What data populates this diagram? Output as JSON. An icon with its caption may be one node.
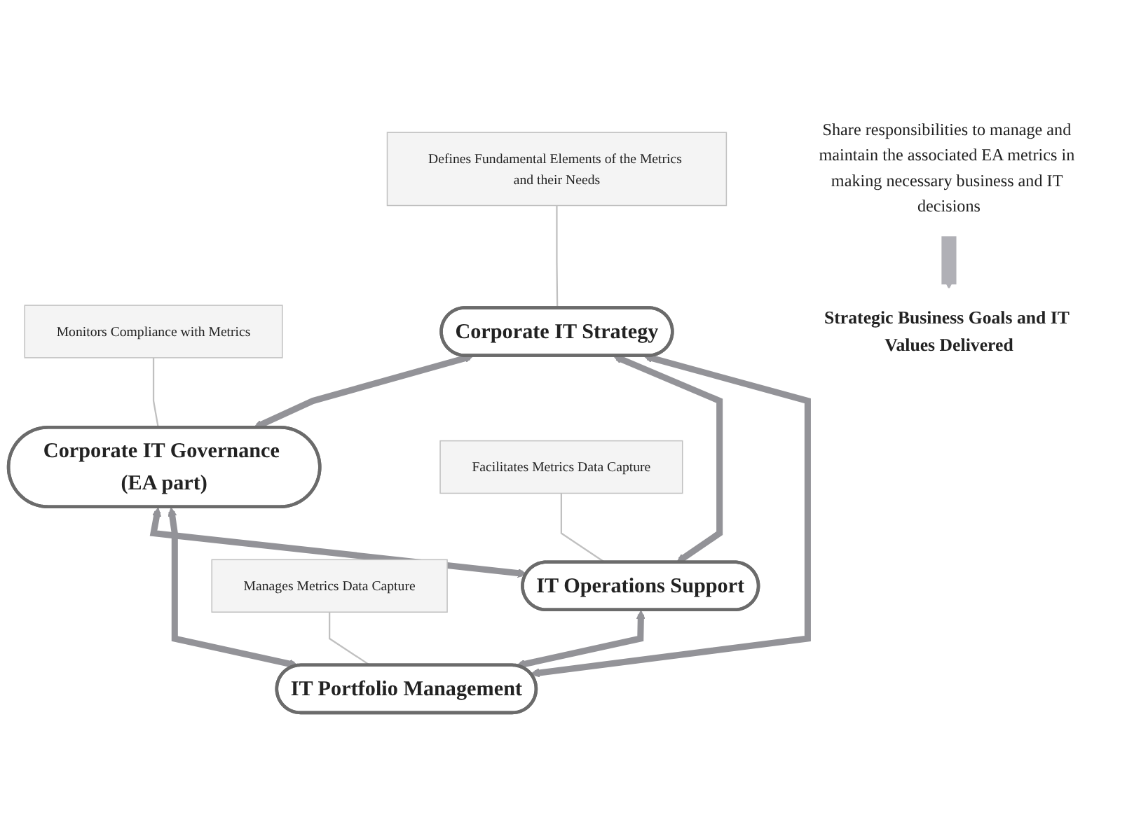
{
  "diagram": {
    "nodes": [
      {
        "text": [
          "Defines Fundamental Elements of the Metrics and their Needs"
        ]
      },
      {
        "text": [
          "Monitors Compliance with Metrics"
        ]
      },
      {
        "text": [
          "Corporate IT Governance (EA part)"
        ]
      },
      {
        "text": [
          "Facilitates Metrics Data Capture"
        ]
      },
      {
        "text": [
          "Corporate IT Strategy"
        ]
      },
      {
        "text": [
          "IT Operations Support"
        ]
      },
      {
        "text": [
          "Manages Metrics Data Capture"
        ]
      },
      {
        "text": [
          "IT Portfolio Management"
        ]
      },
      {
        "text": [
          "Share responsibilities to manage and maintain the associated EA metrics in making necessary business and IT decisions"
        ]
      },
      {
        "text": [
          "Strategic Business Goals and IT Values Delivered"
        ]
      }
    ],
    "edges": [
      {
        "from": 0,
        "to": 4,
        "arrow": "none",
        "color": "#c0c0c0"
      },
      {
        "from": 1,
        "to": 2,
        "arrow": "none",
        "color": "#c0c0c0"
      },
      {
        "from": 3,
        "to": 5,
        "arrow": "none",
        "color": "#c0c0c0"
      },
      {
        "from": 4,
        "to": 2,
        "arrow": "both"
      },
      {
        "from": 2,
        "to": 5,
        "arrow": "both"
      },
      {
        "from": 4,
        "to": 5,
        "arrow": "both"
      },
      {
        "from": 2,
        "to": 7,
        "arrow": "both"
      },
      {
        "from": 4,
        "to": 7,
        "arrow": "both"
      },
      {
        "from": 5,
        "to": 7,
        "arrow": "both"
      },
      {
        "from": 6,
        "to": 7,
        "arrow": "none",
        "color": "#c0c0c0"
      },
      {
        "from": 8,
        "to": 9,
        "arrow": "to",
        "style": "thick"
      }
    ]
  }
}
